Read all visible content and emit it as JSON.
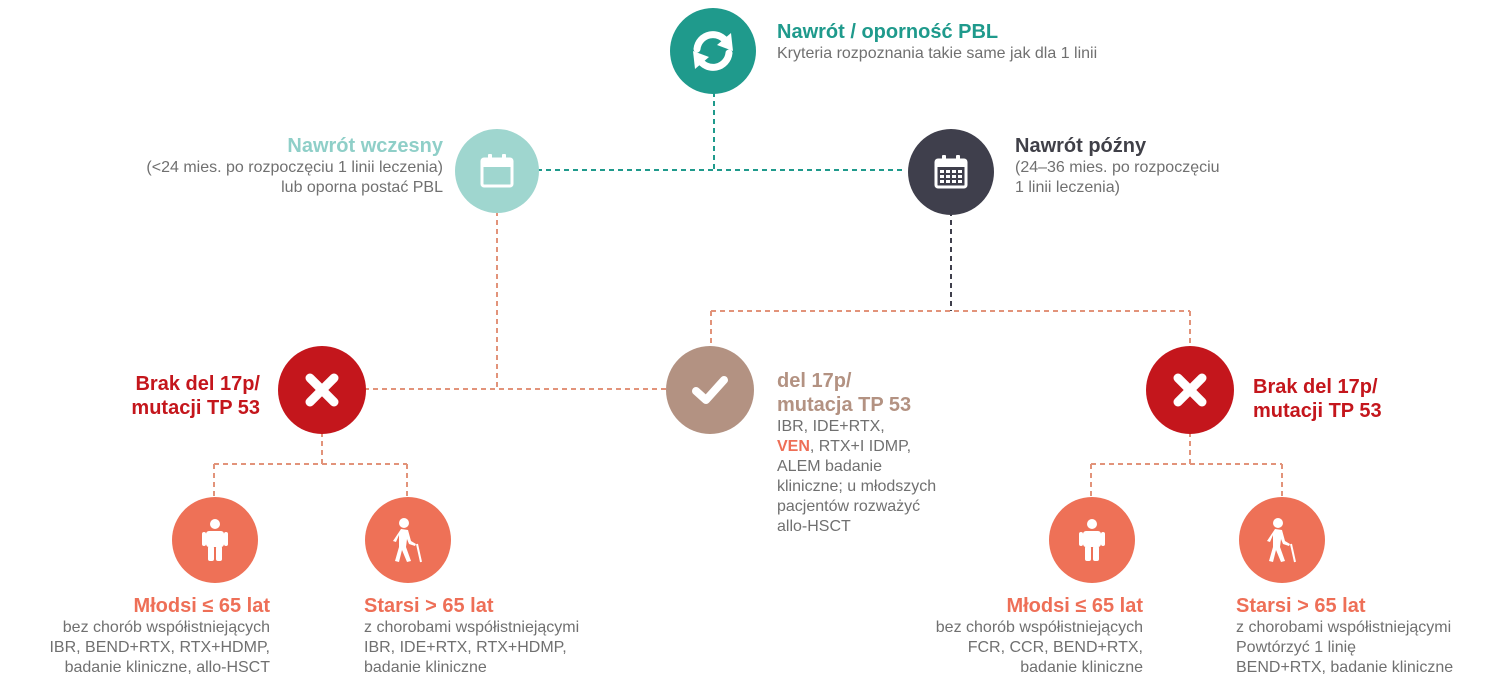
{
  "colors": {
    "teal": "#1f9a8c",
    "light_teal": "#9fd6cf",
    "dark_slate": "#3f3f4c",
    "red": "#c4161c",
    "tan": "#b39282",
    "salmon": "#ee7157",
    "connector_salmon": "#e2937a"
  },
  "relapse": {
    "icon": "refresh-icon",
    "title": "Nawrót / oporność PBL",
    "subtitle": "Kryteria rozpoznania takie same jak dla 1 linii"
  },
  "early": {
    "icon": "calendar-empty-icon",
    "title": "Nawrót wczesny",
    "line1": "(<24 mies. po rozpoczęciu 1 linii leczenia)",
    "line2": "lub oporna postać PBL"
  },
  "late": {
    "icon": "calendar-grid-icon",
    "title": "Nawrót późny",
    "line1": "(24–36 mies. po rozpoczęciu",
    "line2": "1 linii leczenia)"
  },
  "no_del_left": {
    "icon": "cross-icon",
    "title_line1": "Brak del 17p/",
    "title_line2": "mutacji TP 53"
  },
  "del17p": {
    "icon": "check-icon",
    "title_line1": "del 17p/",
    "title_line2": "mutacja TP 53",
    "line1": "IBR, IDE+RTX,",
    "line2_bold": "VEN",
    "line2_rest": ", RTX+I IDMP,",
    "line3": "ALEM badanie",
    "line4": "kliniczne; u młodszych",
    "line5": "pacjentów rozważyć",
    "line6": "allo-HSCT"
  },
  "no_del_right": {
    "icon": "cross-icon",
    "title_line1": "Brak del 17p/",
    "title_line2": "mutacji TP 53"
  },
  "young_left": {
    "icon": "person-icon",
    "title": "Młodsi ≤ 65 lat",
    "line1": "bez chorób współistniejących",
    "line2": "IBR, BEND+RTX, RTX+HDMP,",
    "line3": "badanie kliniczne, allo-HSCT"
  },
  "old_left": {
    "icon": "elderly-cane-icon",
    "title": "Starsi > 65 lat",
    "line1": "z chorobami współistniejącymi",
    "line2": "IBR, IDE+RTX, RTX+HDMP,",
    "line3": "badanie kliniczne"
  },
  "young_right": {
    "icon": "person-icon",
    "title": "Młodsi ≤ 65 lat",
    "line1": "bez chorób współistniejących",
    "line2": "FCR, CCR, BEND+RTX,",
    "line3": "badanie kliniczne"
  },
  "old_right": {
    "icon": "elderly-cane-icon",
    "title": "Starsi > 65 lat",
    "line1": "z chorobami współistniejącymi",
    "line2": "Powtórzyć 1 linię",
    "line3": "BEND+RTX, badanie kliniczne"
  }
}
